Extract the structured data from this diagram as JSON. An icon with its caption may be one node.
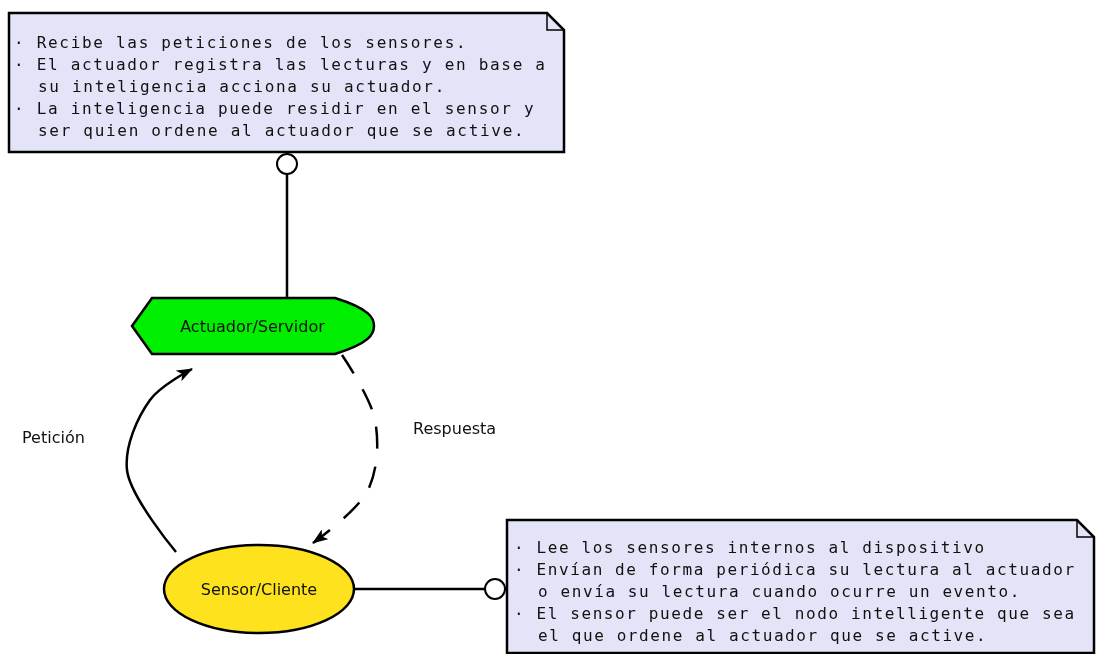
{
  "diagram": {
    "nodes": [
      {
        "text": [
          "· Recibe las peticiones de los sensores.",
          "· El actuador registra las lecturas y en base a su inteligencia acciona su actuador.",
          "· La inteligencia puede residir en el sensor y ser quien ordene al actuador que se active."
        ]
      },
      {
        "text": [
          "Actuador/Servidor"
        ]
      },
      {
        "text": [
          "Sensor/Cliente"
        ]
      },
      {
        "text": [
          "· Lee los sensores internos al dispositivo",
          "· Envían de forma periódica su lectura al actuador o envía su lectura cuando ocurre un evento.",
          "· El sensor puede ser el nodo intelligente que sea el que ordene al actuador que se active."
        ]
      }
    ],
    "edges": [
      {
        "from": 0,
        "to": 1,
        "arrow": "other"
      },
      {
        "from": 2,
        "to": 1,
        "arrow": "to",
        "label": "Petición"
      },
      {
        "from": 1,
        "to": 2,
        "arrow": "to",
        "label": "Respuesta",
        "style": "dashed"
      },
      {
        "from": 3,
        "to": 2,
        "arrow": "other"
      }
    ]
  }
}
